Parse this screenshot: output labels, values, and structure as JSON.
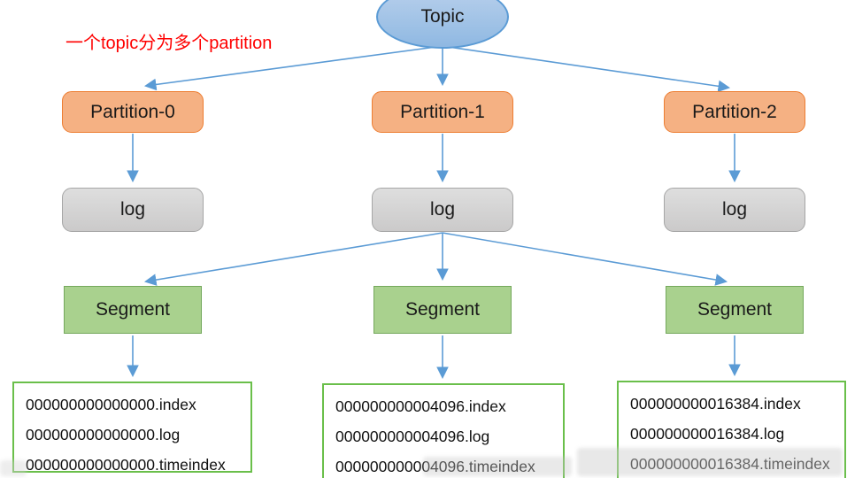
{
  "annotation": {
    "text": "一个topic分为多个partition",
    "color": "#ff0000"
  },
  "diagram": {
    "topic": {
      "label": "Topic"
    },
    "partitions": [
      {
        "label": "Partition-0"
      },
      {
        "label": "Partition-1"
      },
      {
        "label": "Partition-2"
      }
    ],
    "logs": [
      {
        "label": "log"
      },
      {
        "label": "log"
      },
      {
        "label": "log"
      }
    ],
    "segments": [
      {
        "label": "Segment"
      },
      {
        "label": "Segment"
      },
      {
        "label": "Segment"
      }
    ],
    "file_lists": [
      {
        "files": [
          "000000000000000.index",
          "000000000000000.log",
          "000000000000000.timeindex"
        ]
      },
      {
        "files": [
          "000000000004096.index",
          "000000000004096.log",
          "000000000004096.timeindex"
        ]
      },
      {
        "files": [
          "000000000016384.index",
          "000000000016384.log",
          "000000000016384.timeindex"
        ]
      }
    ]
  },
  "colors": {
    "arrow": "#5b9bd5",
    "topic_fill": "#9cc0e5",
    "topic_border": "#5b9bd5",
    "partition_fill": "#f5b183",
    "partition_border": "#ed7d31",
    "log_fill": "#d3d3d3",
    "log_border": "#a6a6a6",
    "segment_fill": "#a9d18e",
    "segment_border": "#74a85c",
    "filebox_border": "#6abf4a",
    "annotation_text": "#ff0000"
  }
}
